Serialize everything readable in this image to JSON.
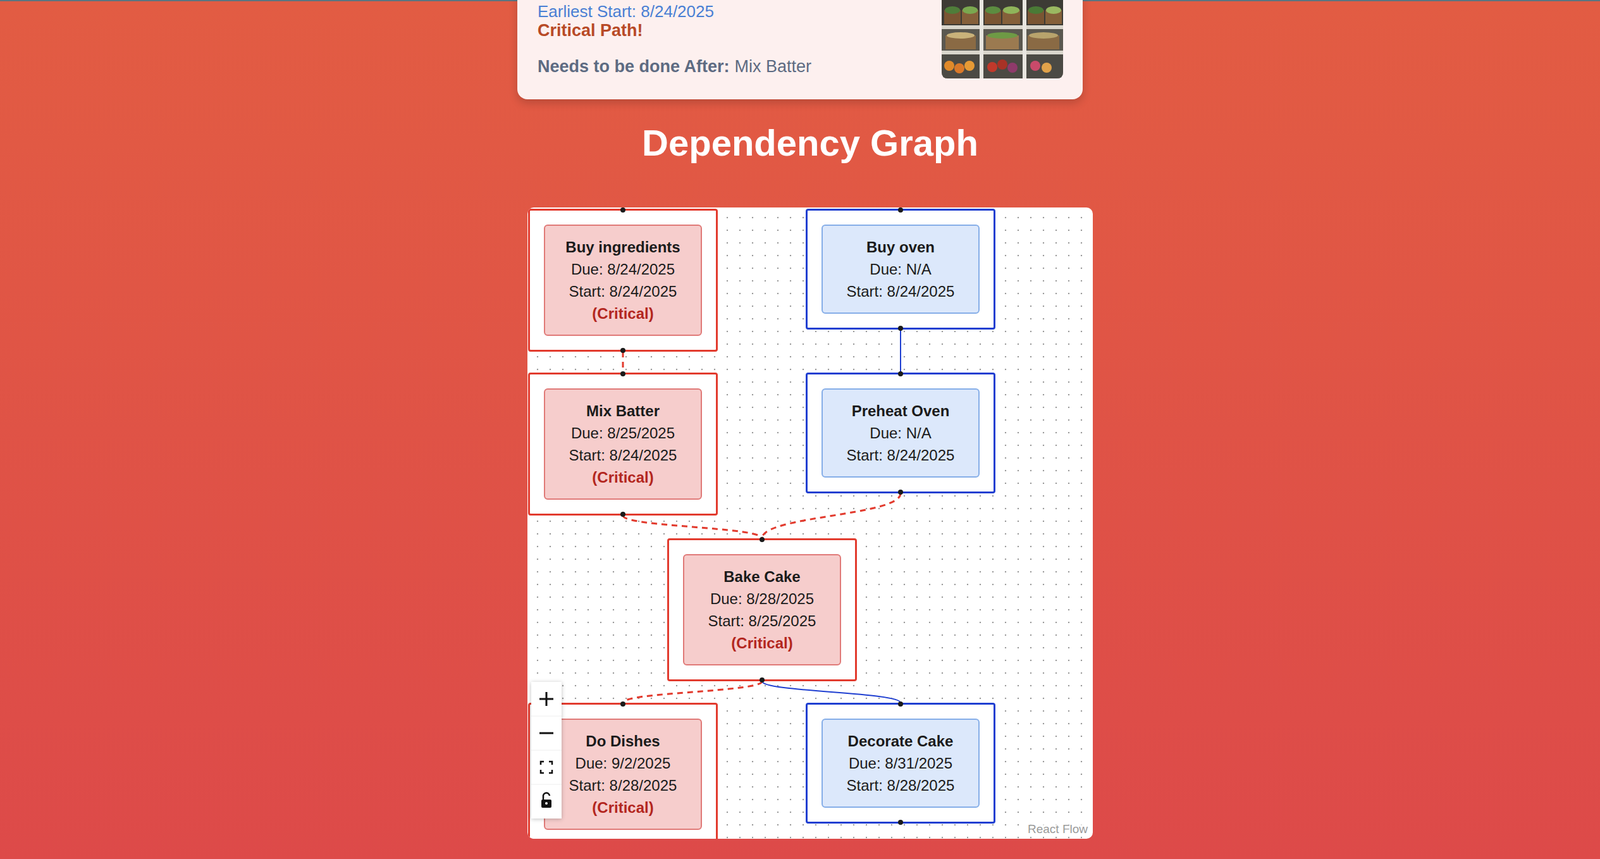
{
  "diagram": {
    "title": "Dependency Graph",
    "nodes": [
      {
        "text": [
          "Earliest Start: 8/24/2025",
          "Critical Path!",
          "Needs to be done After:",
          "Mix Batter"
        ]
      },
      {
        "text": [
          "Buy ingredients",
          "Due: 8/24/2025",
          "Start: 8/24/2025",
          "(Critical)"
        ]
      },
      {
        "text": [
          "Buy oven",
          "Due: N/A",
          "Start: 8/24/2025"
        ]
      },
      {
        "text": [
          "Mix Batter",
          "Due: 8/25/2025",
          "Start: 8/24/2025",
          "(Critical)"
        ]
      },
      {
        "text": [
          "Preheat Oven",
          "Due: N/A",
          "Start: 8/24/2025"
        ]
      },
      {
        "text": [
          "Bake Cake",
          "Due: 8/28/2025",
          "Start: 8/25/2025",
          "(Critical)"
        ]
      },
      {
        "text": [
          "Do Dishes",
          "Due: 9/2/2025",
          "Start: 8/28/2025",
          "(Critical)"
        ]
      },
      {
        "text": [
          "Decorate Cake",
          "Due: 8/31/2025",
          "Start: 8/28/2025"
        ]
      }
    ],
    "edges": [
      {
        "from": 1,
        "to": 3,
        "arrow": "none"
      },
      {
        "from": 2,
        "to": 4,
        "arrow": "none"
      },
      {
        "from": 3,
        "to": 5,
        "arrow": "none"
      },
      {
        "from": 4,
        "to": 5,
        "arrow": "none"
      },
      {
        "from": 5,
        "to": 6,
        "arrow": "none"
      },
      {
        "from": 5,
        "to": 7,
        "arrow": "none"
      }
    ],
    "labels": [
      "React Flow"
    ]
  }
}
